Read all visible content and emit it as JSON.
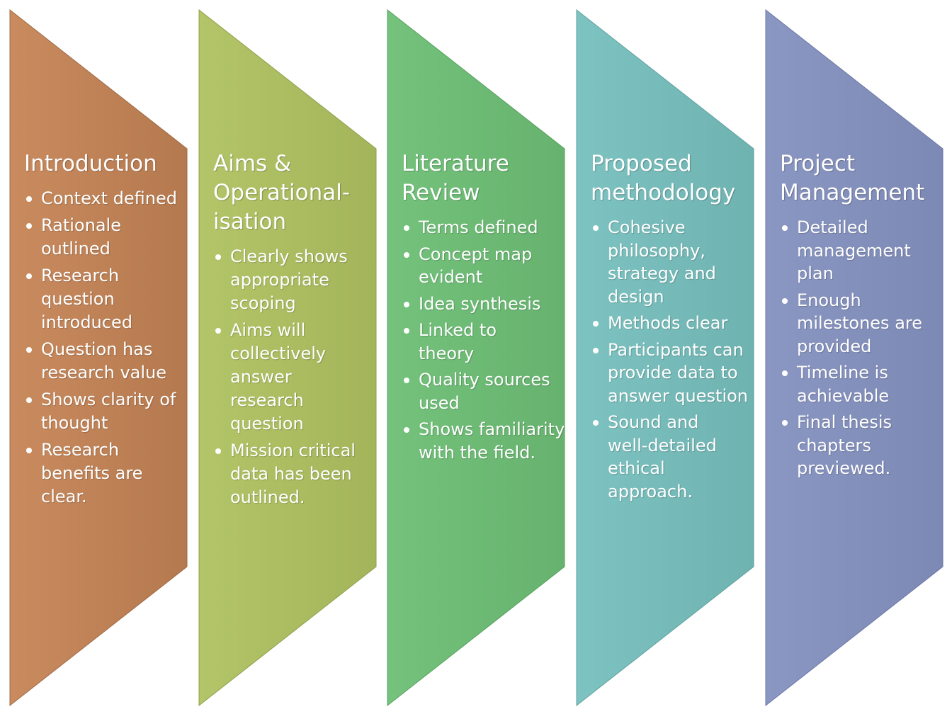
{
  "stages": [
    {
      "title": "Introduction",
      "color": "#b5794f",
      "color_light": "#c98b5e",
      "bullets": [
        "Context defined",
        "Rationale outlined",
        "Research question introduced",
        "Question has research value",
        "Shows clarity of thought",
        "Research benefits are clear."
      ]
    },
    {
      "title": "Aims & Operational-isation",
      "color": "#a3b45a",
      "color_light": "#b3c568",
      "bullets": [
        "Clearly shows appropriate scoping",
        "Aims will collectively answer research question",
        "Mission critical data has been outlined."
      ]
    },
    {
      "title": "Literature Review",
      "color": "#66b26e",
      "color_light": "#74c27c",
      "bullets": [
        "Terms defined",
        "Concept map evident",
        "Idea synthesis",
        "Linked to theory",
        "Quality sources used",
        "Shows familiarity with the field."
      ]
    },
    {
      "title": "Proposed methodology",
      "color": "#6fb3b1",
      "color_light": "#7dc3c1",
      "bullets": [
        "Cohesive philosophy, strategy and design",
        "Methods clear",
        "Participants can provide data to answer question",
        "Sound and well-detailed ethical approach."
      ]
    },
    {
      "title": "Project Management",
      "color": "#7d89b5",
      "color_light": "#8b97c3",
      "bullets": [
        "Detailed management plan",
        "Enough milestones are provided",
        "Timeline is achievable",
        "Final thesis chapters previewed."
      ]
    }
  ]
}
